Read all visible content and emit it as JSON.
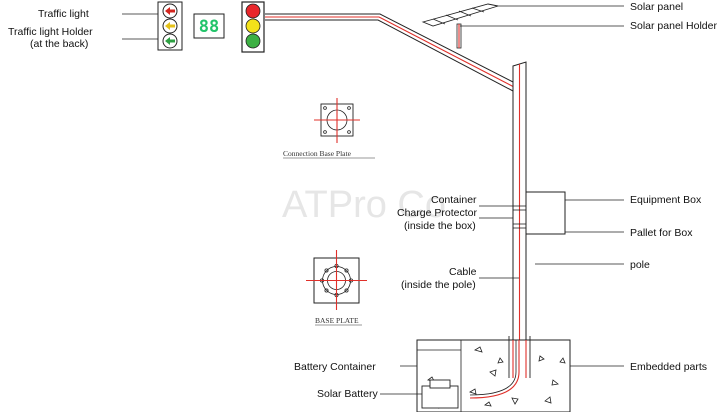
{
  "labels": {
    "traffic_light": "Traffic light",
    "traffic_light_holder": [
      "Traffic light Holder",
      "(at the back)"
    ],
    "solar_panel": "Solar panel",
    "solar_panel_holder": "Solar panel Holder",
    "container": "Container",
    "charge_protector": [
      "Charge Protector",
      "(inside the box)"
    ],
    "cable": [
      "Cable",
      "(inside the pole)"
    ],
    "equipment_box": "Equipment Box",
    "pallet_for_box": "Pallet for Box",
    "pole": "pole",
    "battery_container": "Battery Container",
    "solar_battery": "Solar Battery",
    "embedded_parts": "Embedded parts"
  },
  "captions": {
    "connection_base_plate": "Connection Base Plate",
    "base_plate": "BASE PLATE"
  },
  "countdown_display": "88",
  "watermark": "ATPro Co",
  "colors": {
    "signal_red": "#e8262b",
    "signal_yellow": "#f3e21a",
    "signal_green": "#3cb043",
    "countdown_digits": "#22c46a",
    "wire": "#e0302a"
  },
  "icons": {
    "arrow_left": "arrow-left-icon"
  }
}
